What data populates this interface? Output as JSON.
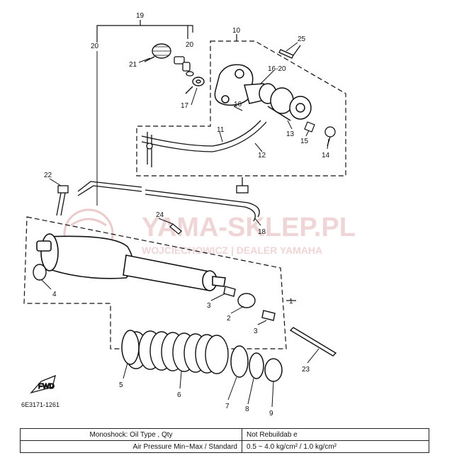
{
  "watermark": {
    "title": "YAMA-SKLEP.PL",
    "subtitle": "WOJCIECHOWICZ | DEALER YAMAHA",
    "color": "#d9a6a6"
  },
  "callouts": {
    "n19": "19",
    "n20a": "20",
    "n20b": "20",
    "n21": "21",
    "n17": "17",
    "n10": "10",
    "n25": "25",
    "n16_20": "16-20",
    "n16": "16",
    "n11": "11",
    "n12": "12",
    "n13": "13",
    "n15": "15",
    "n14": "14",
    "n22": "22",
    "n18": "18",
    "n24": "24",
    "n4": "4",
    "n3a": "3",
    "n2": "2",
    "n3b": "3",
    "n5": "5",
    "n6": "6",
    "n7": "7",
    "n8": "8",
    "n9": "9",
    "n23": "23",
    "n1": "1"
  },
  "front_label": "FWD",
  "drawing_code": "6E3171-1261",
  "spec_table": {
    "rows": [
      {
        "label": "Monoshock: Oil Type , Qty",
        "value": "Not Rebuildab e"
      },
      {
        "label": "Air Pressure Min~Max / Standard",
        "value": "0.5 ~ 4.0 kg/cm² / 1.0 kg/cm²"
      }
    ]
  }
}
